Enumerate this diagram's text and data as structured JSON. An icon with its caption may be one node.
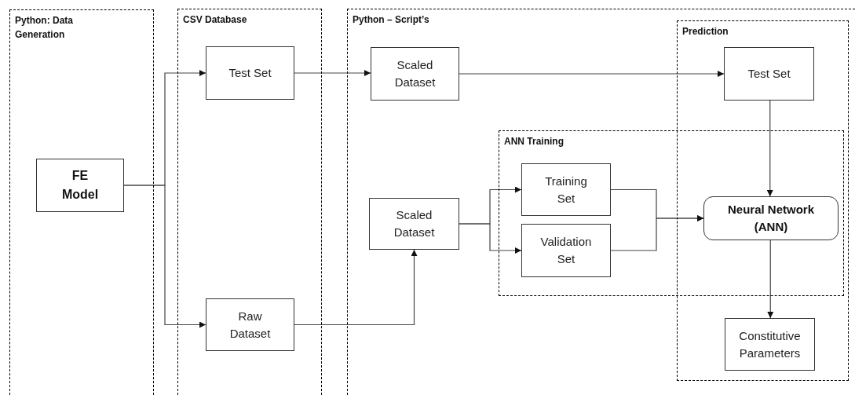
{
  "diagram": {
    "nodes": [
      {
        "text": [
          "Python: Data Generation"
        ]
      },
      {
        "text": [
          "FE Model"
        ],
        "in": 0
      },
      {
        "text": [
          "CSV Database"
        ]
      },
      {
        "text": [
          "Test Set"
        ],
        "in": 2
      },
      {
        "text": [
          "Raw Dataset"
        ],
        "in": 2
      },
      {
        "text": [
          "Python – Script’s"
        ]
      },
      {
        "text": [
          "Scaled Dataset"
        ],
        "in": 5
      },
      {
        "text": [
          "Prediction"
        ],
        "in": 5
      },
      {
        "text": [
          "Test Set"
        ],
        "in": 7
      },
      {
        "text": [
          "ANN Training"
        ],
        "in": 5
      },
      {
        "text": [
          "Scaled Dataset"
        ],
        "in": 5
      },
      {
        "text": [
          "Training Set"
        ],
        "in": 9
      },
      {
        "text": [
          "Validation Set"
        ],
        "in": 9
      },
      {
        "text": [
          "Neural Network (ANN)"
        ]
      },
      {
        "text": [
          "Constitutive Parameters"
        ],
        "in": 7
      }
    ],
    "edges": [
      {
        "from": 1,
        "to": 3,
        "arrow": "to"
      },
      {
        "from": 1,
        "to": 4,
        "arrow": "to"
      },
      {
        "from": 3,
        "to": 6,
        "arrow": "to"
      },
      {
        "from": 6,
        "to": 8,
        "arrow": "to"
      },
      {
        "from": 4,
        "to": 10,
        "arrow": "to"
      },
      {
        "from": 10,
        "to": 11,
        "arrow": "to"
      },
      {
        "from": 10,
        "to": 12,
        "arrow": "to"
      },
      {
        "from": 11,
        "to": 13,
        "arrow": "to"
      },
      {
        "from": 12,
        "to": 13,
        "arrow": "to"
      },
      {
        "from": 8,
        "to": 13,
        "arrow": "to"
      },
      {
        "from": 13,
        "to": 14,
        "arrow": "to"
      }
    ]
  }
}
